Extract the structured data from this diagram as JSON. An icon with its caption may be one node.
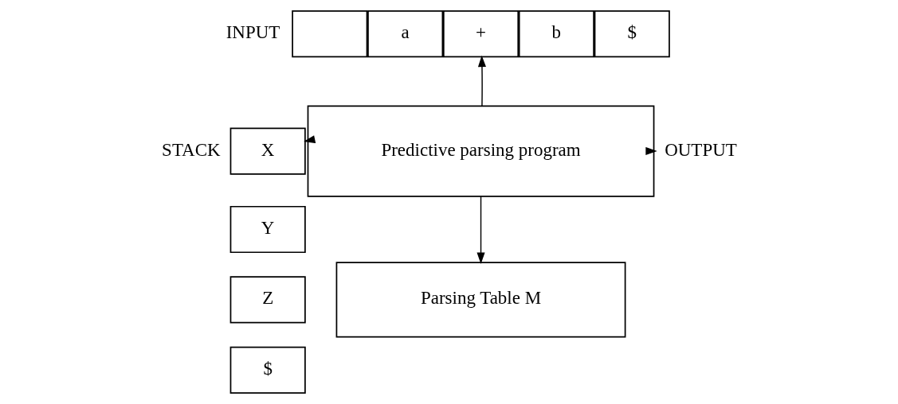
{
  "diagram": {
    "nodes": [
      {
        "text": [],
        "shape": "box"
      },
      {
        "text": [
          "a"
        ]
      },
      {
        "text": [
          "+"
        ]
      },
      {
        "text": [
          "b"
        ]
      },
      {
        "text": [
          "$"
        ]
      },
      {
        "text": [
          "X"
        ]
      },
      {
        "text": [
          "Y"
        ]
      },
      {
        "text": [
          "Z"
        ]
      },
      {
        "text": [
          "$"
        ]
      },
      {
        "text": [
          "Predictive parsing program"
        ]
      },
      {
        "text": [
          "OUTPUT"
        ]
      },
      {
        "text": [
          "Parsing Table M"
        ]
      }
    ],
    "edges": [
      {
        "from": 9,
        "to": 2,
        "arrow": "to"
      },
      {
        "from": 9,
        "to": 5,
        "arrow": "to"
      },
      {
        "from": 9,
        "to": 10,
        "arrow": "to"
      },
      {
        "from": 9,
        "to": 11,
        "arrow": "to"
      }
    ],
    "labels": [
      "INPUT",
      "STACK"
    ]
  }
}
